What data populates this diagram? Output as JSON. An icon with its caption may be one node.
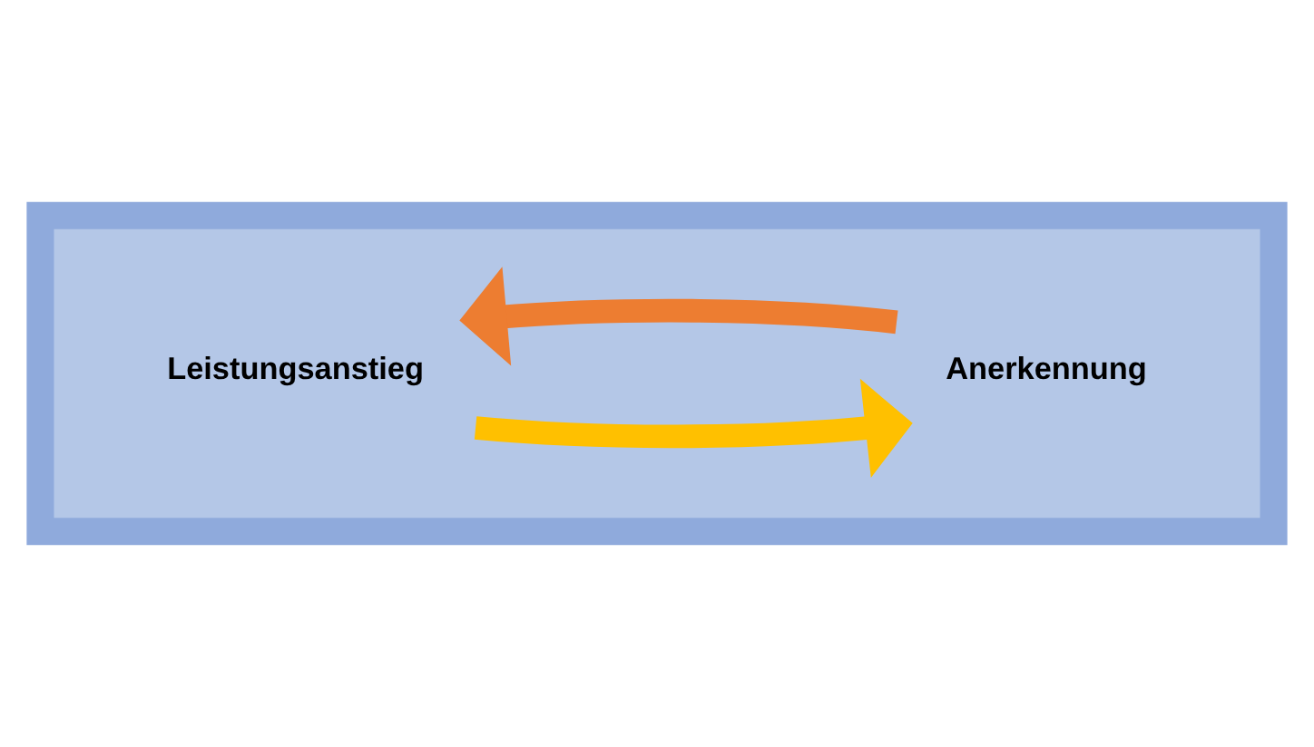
{
  "diagram": {
    "nodes": [
      {
        "text": [],
        "shape": "box"
      },
      {
        "text": [
          "Leistungsanstieg"
        ],
        "in": 0
      },
      {
        "text": [
          "Anerkennung"
        ],
        "in": 0
      }
    ],
    "edges": [
      {
        "from": 1,
        "to": 2,
        "arrow": "to",
        "color": "#ffc000"
      },
      {
        "from": 2,
        "to": 1,
        "arrow": "to",
        "color": "#ed7d31"
      }
    ]
  }
}
